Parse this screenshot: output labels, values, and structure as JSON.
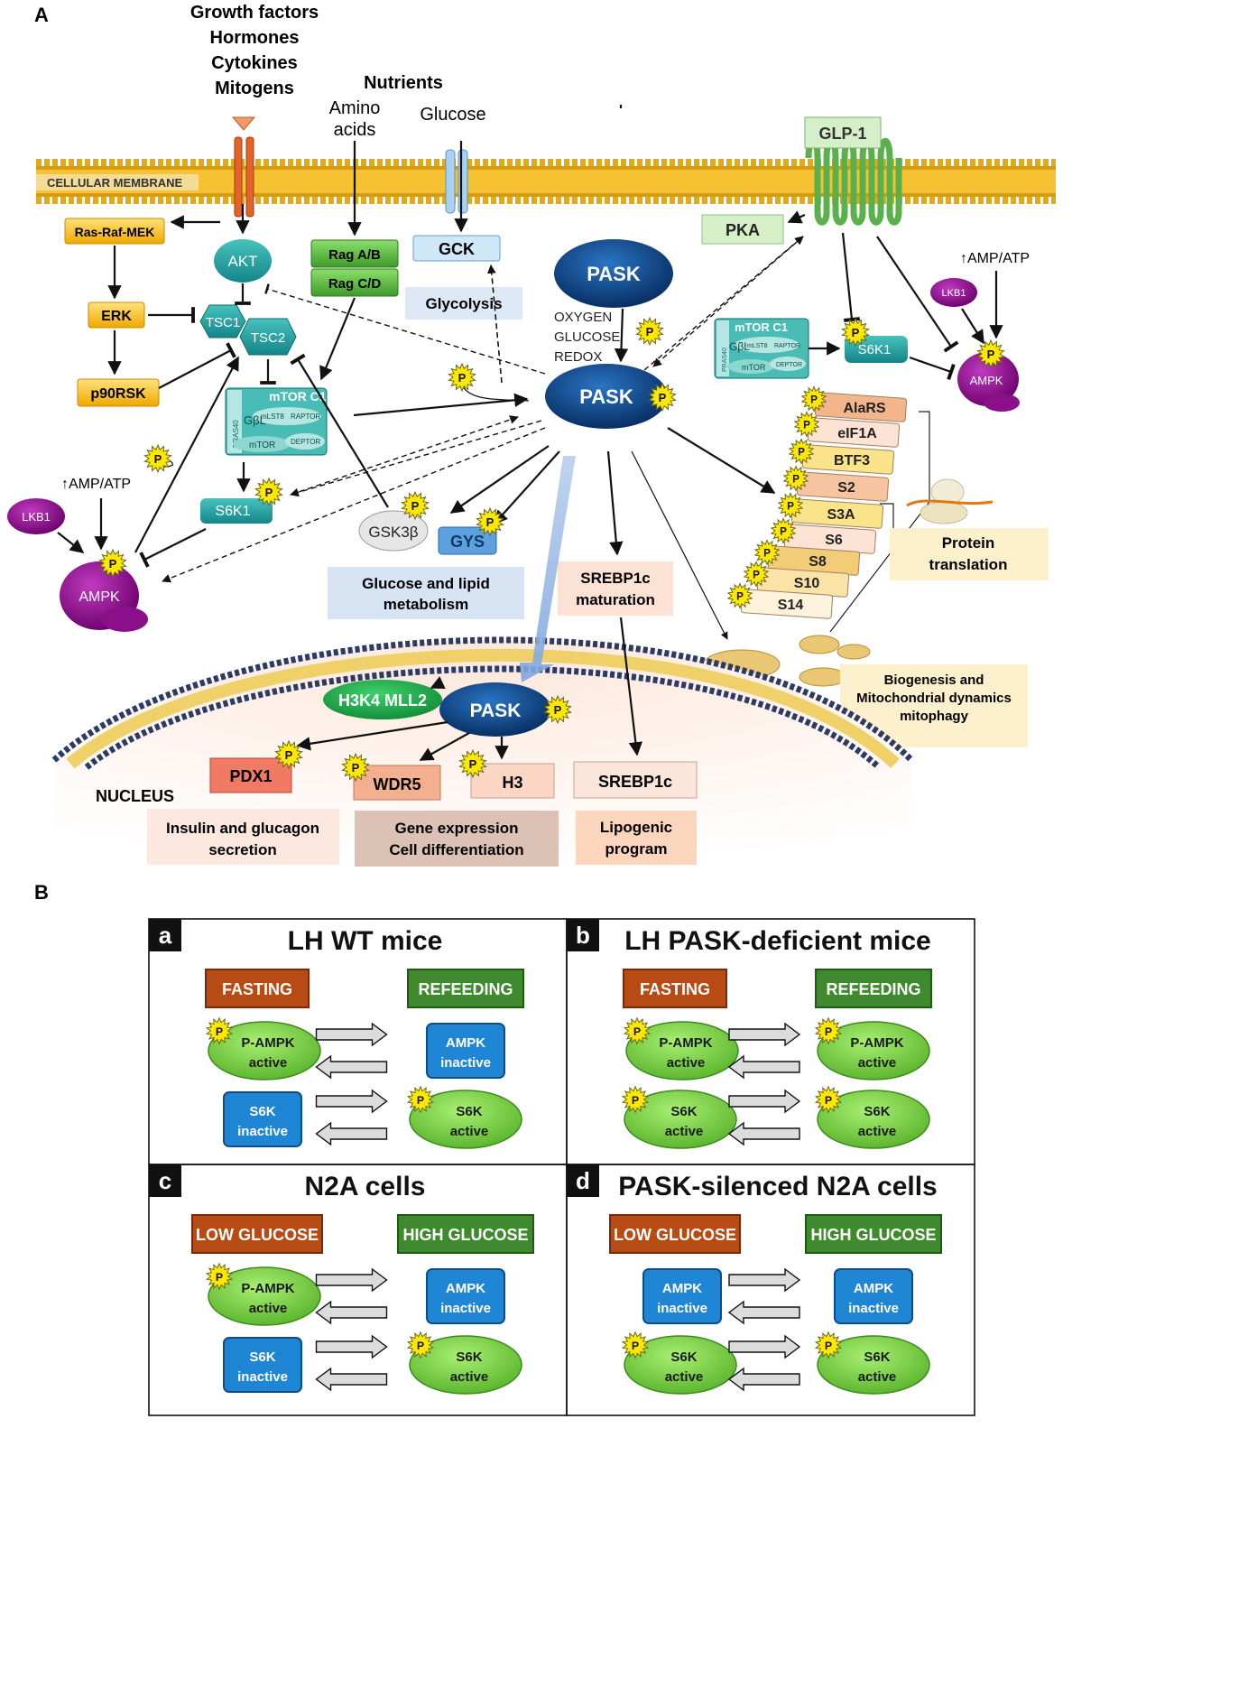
{
  "panel_a": {
    "letter": "A",
    "signals": [
      "Growth factors",
      "Hormones",
      "Cytokines",
      "Mitogens"
    ],
    "nutrients": {
      "title": "Nutrients",
      "amino_line1": "Amino",
      "amino_line2": "acids",
      "glucose": "Glucose"
    },
    "membrane_label": "CELLULAR MEMBRANE",
    "glp1": "GLP-1",
    "pka": "PKA",
    "amp_atp": "↑AMP/ATP",
    "lkb1": "LKB1",
    "ampk": "AMPK",
    "p": "P",
    "ras_raf_mek": "Ras-Raf-MEK",
    "erk": "ERK",
    "p90rsk": "p90RSK",
    "akt": "AKT",
    "tsc1": "TSC1",
    "tsc2": "TSC2",
    "mtorc1": {
      "title": "mTOR C1",
      "pras40": "PRAS40",
      "gbl": "GβL",
      "mlst8": "mLST8",
      "raptor": "RAPTOR",
      "mtor": "mTOR",
      "deptor": "DEPTOR"
    },
    "s6k1": "S6K1",
    "rag_ab": "Rag A/B",
    "rag_cd": "Rag C/D",
    "gck": "GCK",
    "glycolysis": "Glycolysis",
    "pask": "PASK",
    "sensors": [
      "OXYGEN",
      "GLUCOSE",
      "REDOX"
    ],
    "gsk3b": "GSK3β",
    "gys": "GYS",
    "glucose_lipid": [
      "Glucose and lipid",
      "metabolism"
    ],
    "srebp_maturation": [
      "SREBP1c",
      "maturation"
    ],
    "ribosomal": [
      "AlaRS",
      "eIF1A",
      "BTF3",
      "S2",
      "S3A",
      "S6",
      "S8",
      "S10",
      "S14"
    ],
    "protein_translation": [
      "Protein",
      "translation"
    ],
    "mito_box": [
      "Biogenesis and",
      "Mitochondrial dynamics",
      "mitophagy"
    ],
    "h3k4": "H3K4 MLL2",
    "pdx1": "PDX1",
    "wdr5": "WDR5",
    "h3": "H3",
    "srebp1c": "SREBP1c",
    "nucleus": "NUCLEUS",
    "insulin_box": [
      "Insulin and glucagon",
      "secretion"
    ],
    "gene_box": [
      "Gene expression",
      "Cell differentiation"
    ],
    "lipo_box": [
      "Lipogenic",
      "program"
    ]
  },
  "panel_b": {
    "letter": "B",
    "panels": [
      {
        "letter": "a",
        "title": "LH WT mice",
        "left_state": "FASTING",
        "right_state": "REFEEDING",
        "left_ampk": [
          "P-AMPK",
          "active"
        ],
        "right_ampk": [
          "AMPK",
          "inactive"
        ],
        "left_s6k": [
          "S6K",
          "inactive"
        ],
        "right_s6k": [
          "S6K",
          "active"
        ]
      },
      {
        "letter": "b",
        "title": "LH PASK-deficient  mice",
        "left_state": "FASTING",
        "right_state": "REFEEDING",
        "left_ampk": [
          "P-AMPK",
          "active"
        ],
        "right_ampk": [
          "P-AMPK",
          "active"
        ],
        "left_s6k": [
          "S6K",
          "active"
        ],
        "right_s6k": [
          "S6K",
          "active"
        ]
      },
      {
        "letter": "c",
        "title": "N2A cells",
        "left_state": "LOW GLUCOSE",
        "right_state": "HIGH GLUCOSE",
        "left_ampk": [
          "P-AMPK",
          "active"
        ],
        "right_ampk": [
          "AMPK",
          "inactive"
        ],
        "left_s6k": [
          "S6K",
          "inactive"
        ],
        "right_s6k": [
          "S6K",
          "active"
        ]
      },
      {
        "letter": "d",
        "title": "PASK-silenced N2A cells",
        "left_state": "LOW GLUCOSE",
        "right_state": "HIGH GLUCOSE",
        "left_ampk": [
          "AMPK",
          "inactive"
        ],
        "right_ampk": [
          "AMPK",
          "inactive"
        ],
        "left_s6k": [
          "S6K",
          "active"
        ],
        "right_s6k": [
          "S6K",
          "active"
        ]
      }
    ]
  },
  "colors": {
    "teal": "#1a9e9a",
    "navy": "#0b3d78",
    "purple": "#8a0f8a",
    "yellow": "#ffe800",
    "orange_box": "#b84a14",
    "green_box": "#3f8a2c",
    "blue_box": "#1a78c8",
    "green_ellipse": "#7bd63a"
  }
}
